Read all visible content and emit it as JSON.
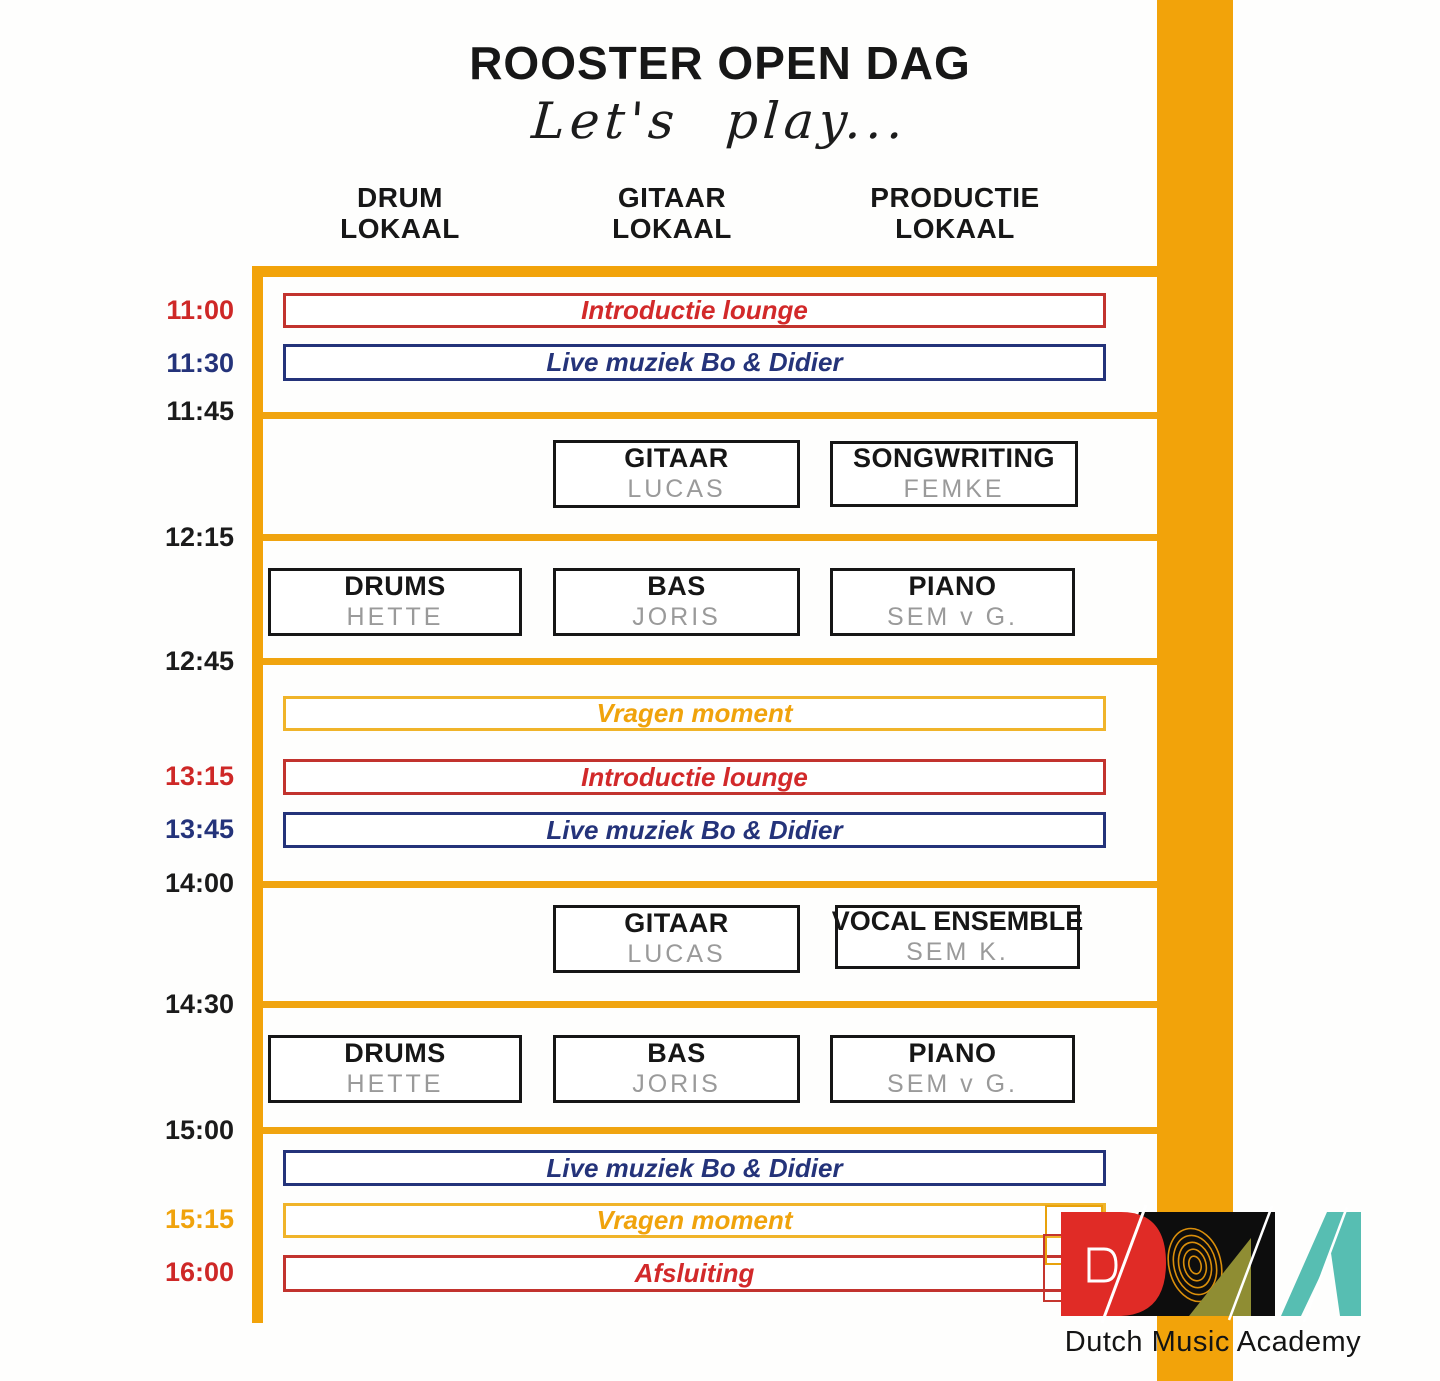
{
  "title": "ROOSTER OPEN DAG",
  "subtitle": "Let's play...",
  "columns": [
    {
      "line1": "DRUM",
      "line2": "LOKAAL"
    },
    {
      "line1": "GITAAR",
      "line2": "LOKAAL"
    },
    {
      "line1": "PRODUCTIE",
      "line2": "LOKAAL"
    }
  ],
  "colors": {
    "orange": "#f2a30a",
    "red": "#ce2827",
    "navy": "#24337a",
    "black": "#1b1b1b",
    "gray": "#9a9a9a"
  },
  "times": [
    {
      "label": "11:00",
      "color": "red"
    },
    {
      "label": "11:30",
      "color": "navy"
    },
    {
      "label": "11:45",
      "color": "black"
    },
    {
      "label": "12:15",
      "color": "black"
    },
    {
      "label": "12:45",
      "color": "black"
    },
    {
      "label": "13:15",
      "color": "red"
    },
    {
      "label": "13:45",
      "color": "navy"
    },
    {
      "label": "14:00",
      "color": "black"
    },
    {
      "label": "14:30",
      "color": "black"
    },
    {
      "label": "15:00",
      "color": "black"
    },
    {
      "label": "15:15",
      "color": "orange"
    },
    {
      "label": "16:00",
      "color": "red"
    }
  ],
  "events": [
    {
      "style": "red",
      "label": "Introductie lounge"
    },
    {
      "style": "navy",
      "label": "Live muziek Bo & Didier"
    },
    {
      "style": "lesson",
      "title": "GITAAR",
      "person": "LUCAS"
    },
    {
      "style": "lesson",
      "title": "SONGWRITING",
      "person": "FEMKE"
    },
    {
      "style": "lesson",
      "title": "DRUMS",
      "person": "HETTE"
    },
    {
      "style": "lesson",
      "title": "BAS",
      "person": "JORIS"
    },
    {
      "style": "lesson",
      "title": "PIANO",
      "person": "SEM v G."
    },
    {
      "style": "orange",
      "label": "Vragen moment"
    },
    {
      "style": "red",
      "label": "Introductie lounge"
    },
    {
      "style": "navy",
      "label": "Live muziek Bo & Didier"
    },
    {
      "style": "lesson",
      "title": "GITAAR",
      "person": "LUCAS"
    },
    {
      "style": "lesson",
      "title": "VOCAL ENSEMBLE",
      "person": "SEM K."
    },
    {
      "style": "lesson",
      "title": "DRUMS",
      "person": "HETTE"
    },
    {
      "style": "lesson",
      "title": "BAS",
      "person": "JORIS"
    },
    {
      "style": "lesson",
      "title": "PIANO",
      "person": "SEM v G."
    },
    {
      "style": "navy",
      "label": "Live muziek Bo & Didier"
    },
    {
      "style": "orange",
      "label": "Vragen moment"
    },
    {
      "style": "red",
      "label": "Afsluiting"
    }
  ],
  "logo": {
    "name": "Dutch Music Academy"
  }
}
